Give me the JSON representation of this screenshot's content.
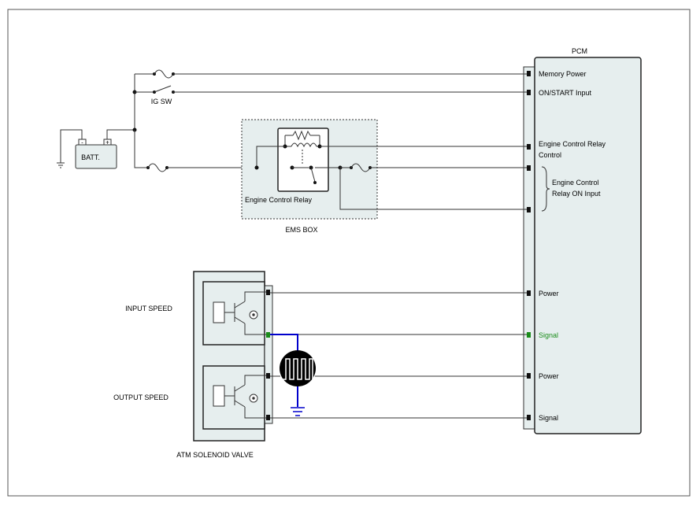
{
  "labels": {
    "pcm": "PCM",
    "ig_sw": "IG SW",
    "batt": "BATT.",
    "batt_minus": "-",
    "batt_plus": "+",
    "ecr_label": "Engine Control Relay",
    "ems_box": "EMS BOX",
    "input_speed": "INPUT SPEED",
    "output_speed": "OUTPUT SPEED",
    "atm_valve": "ATM SOLENOID VALVE"
  },
  "pcm_pins": {
    "memory_power": "Memory Power",
    "on_start_input": "ON/START Input",
    "ecr_control_1": "Engine Control Relay",
    "ecr_control_2": "Control",
    "ecr_on_input_1": "Engine Control",
    "ecr_on_input_2": "Relay ON Input",
    "power_1": "Power",
    "signal_1": "Signal",
    "power_2": "Power",
    "signal_2": "Signal"
  },
  "colors": {
    "wire": "#333333",
    "panel_fill": "#e6eeee",
    "signal_highlight": "#1a8c1a",
    "probe_wire": "#0000cc"
  }
}
